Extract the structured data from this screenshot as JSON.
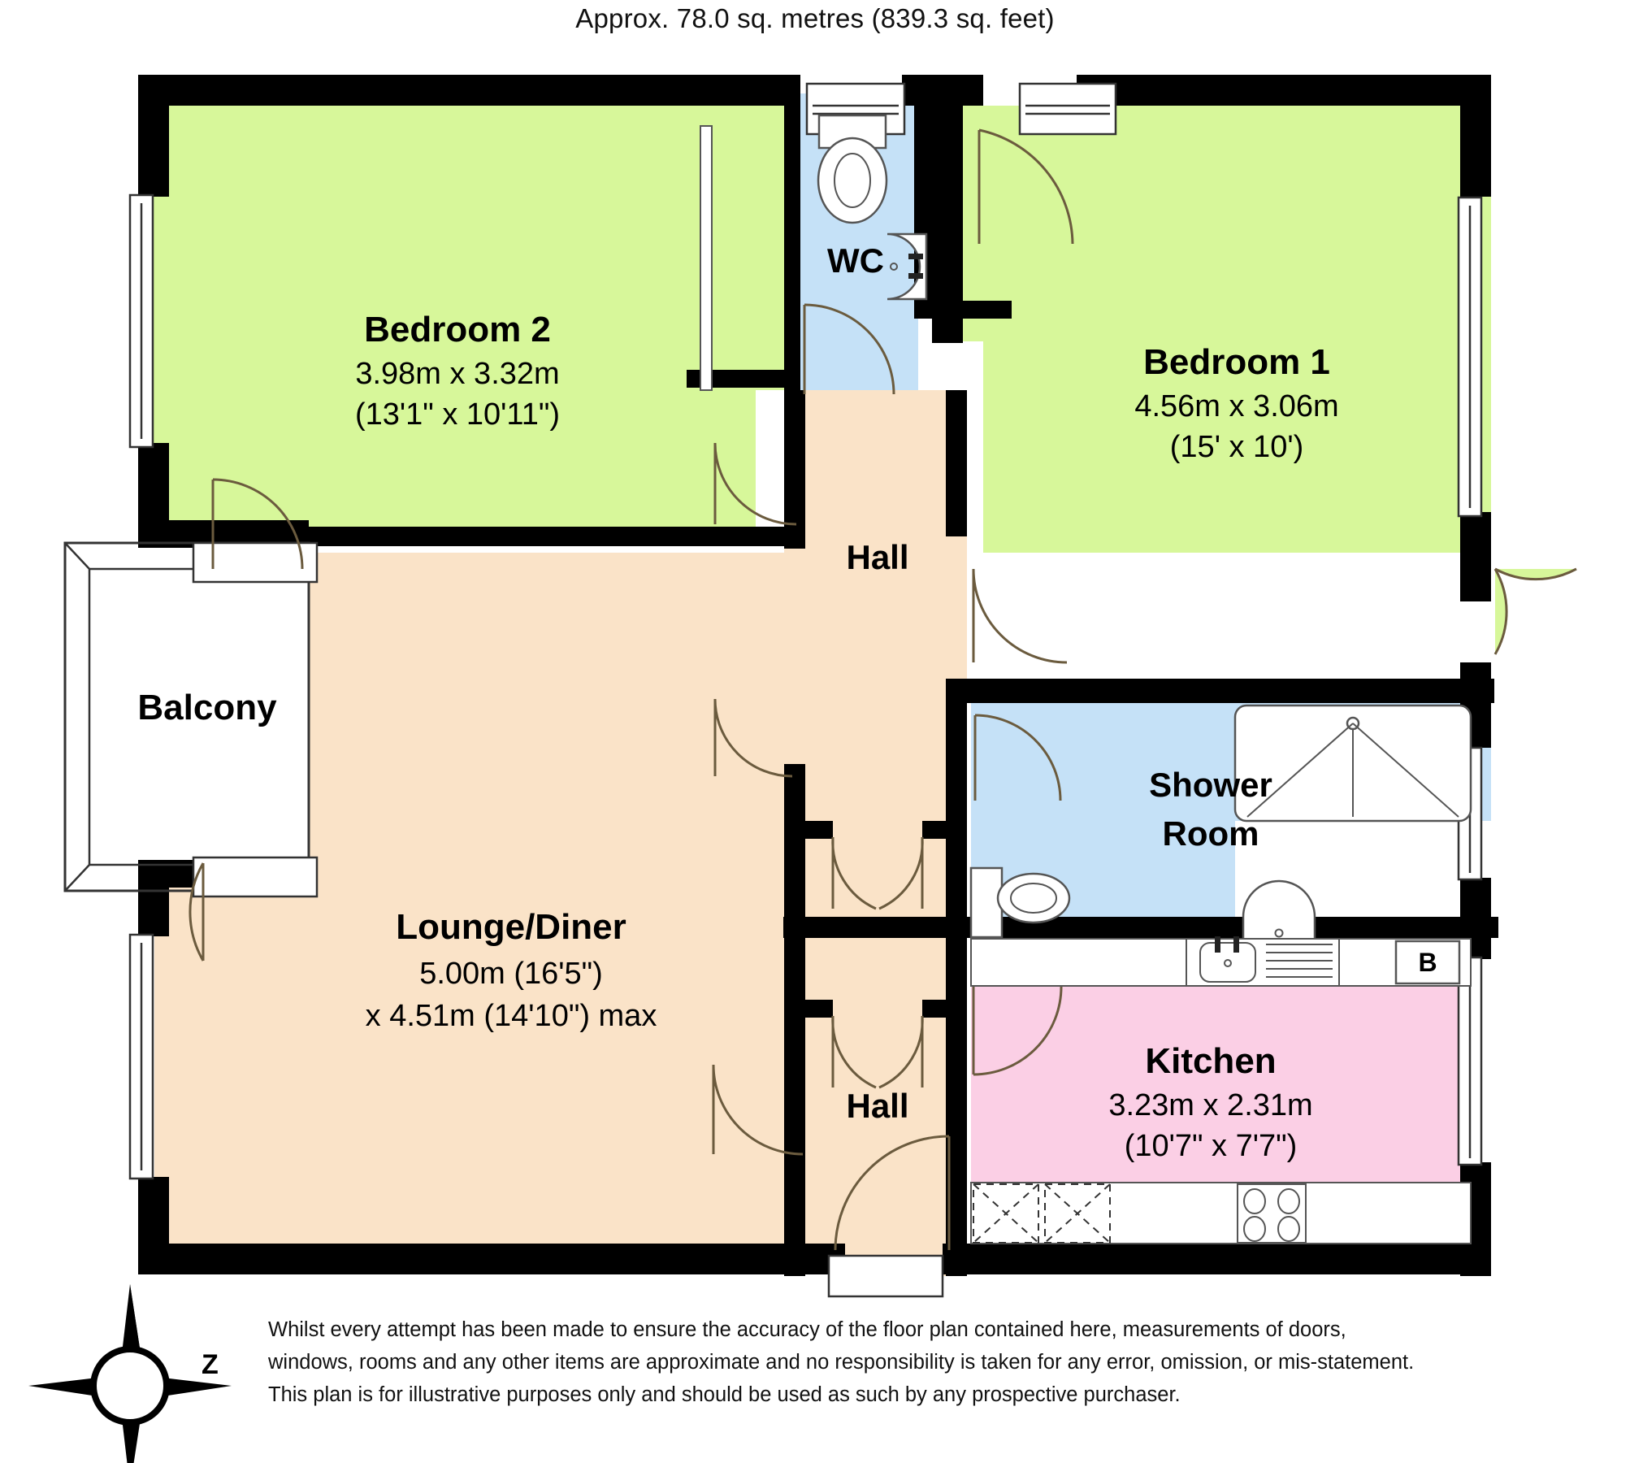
{
  "header": {
    "area_text": "Approx. 78.0 sq. metres (839.3 sq. feet)"
  },
  "rooms": [
    {
      "key": "bedroom2",
      "name": "Bedroom 2",
      "dim_metric": "3.98m x 3.32m",
      "dim_imperial": "(13'1\" x 10'11\")",
      "fill": "#d7f79a"
    },
    {
      "key": "bedroom1",
      "name": "Bedroom 1",
      "dim_metric": "4.56m x 3.06m",
      "dim_imperial": "(15' x 10')",
      "fill": "#d7f79a"
    },
    {
      "key": "lounge_diner",
      "name": "Lounge/Diner",
      "dim_metric": "5.00m (16'5\")",
      "dim_imperial": "x 4.51m (14'10\") max",
      "fill": "#fae3c8"
    },
    {
      "key": "kitchen",
      "name": "Kitchen",
      "dim_metric": "3.23m x 2.31m",
      "dim_imperial": "(10'7\" x 7'7\")",
      "fill": "#fbcfe5"
    },
    {
      "key": "wc",
      "name": "WC",
      "dim_metric": "",
      "dim_imperial": "",
      "fill": "#c5e1f7"
    },
    {
      "key": "shower_room",
      "name": "Shower",
      "name_line2": "Room",
      "dim_metric": "",
      "dim_imperial": "",
      "fill": "#c5e1f7"
    },
    {
      "key": "hall_upper",
      "name": "Hall",
      "dim_metric": "",
      "dim_imperial": "",
      "fill": "#fae3c8"
    },
    {
      "key": "hall_lower",
      "name": "Hall",
      "dim_metric": "",
      "dim_imperial": "",
      "fill": "#fae3c8"
    },
    {
      "key": "balcony",
      "name": "Balcony",
      "dim_metric": "",
      "dim_imperial": "",
      "fill": "#ffffff"
    }
  ],
  "fixtures": {
    "boiler_label": "B"
  },
  "compass": {
    "letter": "Z"
  },
  "disclaimer": {
    "line1": "Whilst every attempt has been made to ensure the accuracy of the floor plan contained here, measurements of doors,",
    "line2": "windows, rooms and any other items are approximate and no responsibility is taken for any error, omission, or mis-statement.",
    "line3": "This plan is for illustrative purposes only and should be used as such by any prospective purchaser."
  },
  "colors": {
    "wall": "#000000",
    "bedroom_fill": "#d7f79a",
    "lounge_fill": "#fae3c8",
    "kitchen_fill": "#fbcfe5",
    "bathroom_fill": "#c5e1f7",
    "balcony_fill": "#ffffff",
    "fixture_stroke": "#555555",
    "door_stroke": "#6b5b3e"
  }
}
